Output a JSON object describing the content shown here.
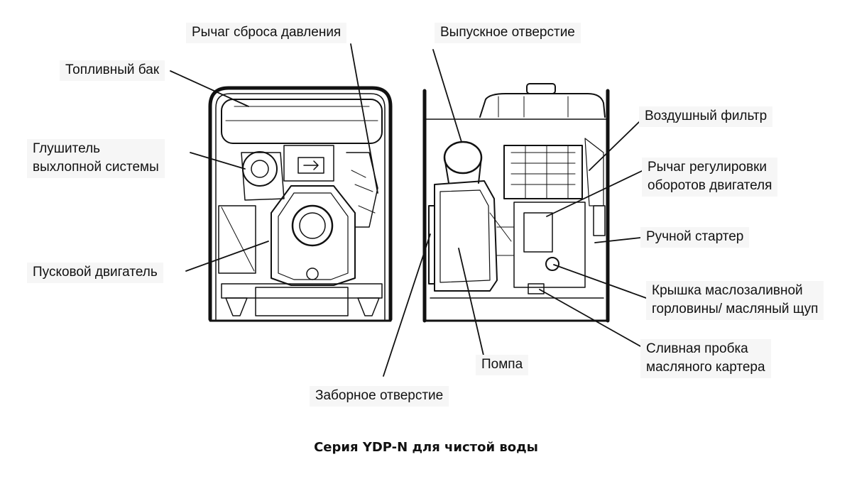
{
  "diagram": {
    "caption": "Серия YDP-N для чистой воды",
    "views": [
      "front-view",
      "side-view"
    ],
    "labels": {
      "pressure_release_lever": "Рычаг сброса давления",
      "outlet": "Выпускное отверстие",
      "fuel_tank": "Топливный бак",
      "muffler_line1": "Глушитель",
      "muffler_line2": "выхлопной системы",
      "starter_motor": "Пусковой двигатель",
      "air_filter": "Воздушный фильтр",
      "speed_lever_line1": "Рычаг регулировки",
      "speed_lever_line2": "оборотов двигателя",
      "recoil_starter": "Ручной стартер",
      "oil_cap_line1": "Крышка маслозаливной",
      "oil_cap_line2": "горловины/ масляный щуп",
      "drain_plug_line1": "Сливная пробка",
      "drain_plug_line2": "масляного картера",
      "pump": "Помпа",
      "inlet": "Заборное отверстие"
    }
  }
}
